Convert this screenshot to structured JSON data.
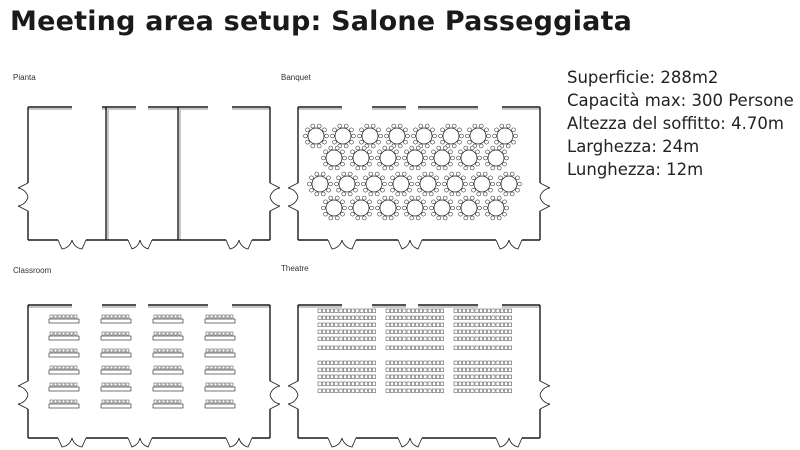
{
  "title": "Meeting area setup: Salone Passeggiata",
  "plans": {
    "pianta": {
      "label": "Pianta",
      "layout": "empty-partitions"
    },
    "banquet": {
      "label": "Banquet",
      "layout": "round-tables"
    },
    "classroom": {
      "label": "Classroom",
      "layout": "classroom-desks"
    },
    "theatre": {
      "label": "Theatre",
      "layout": "theatre-rows"
    }
  },
  "specs": {
    "superficie": "Superficie: 288m2",
    "capacita": "Capacità max: 300 Persone",
    "altezza": "Altezza del soffitto: 4.70m",
    "larghezza": "Larghezza: 24m",
    "lunghezza": "Lunghezza: 12m"
  },
  "colors": {
    "wall": "#1a1a1a",
    "text": "#1a1a1a",
    "background": "#ffffff"
  }
}
